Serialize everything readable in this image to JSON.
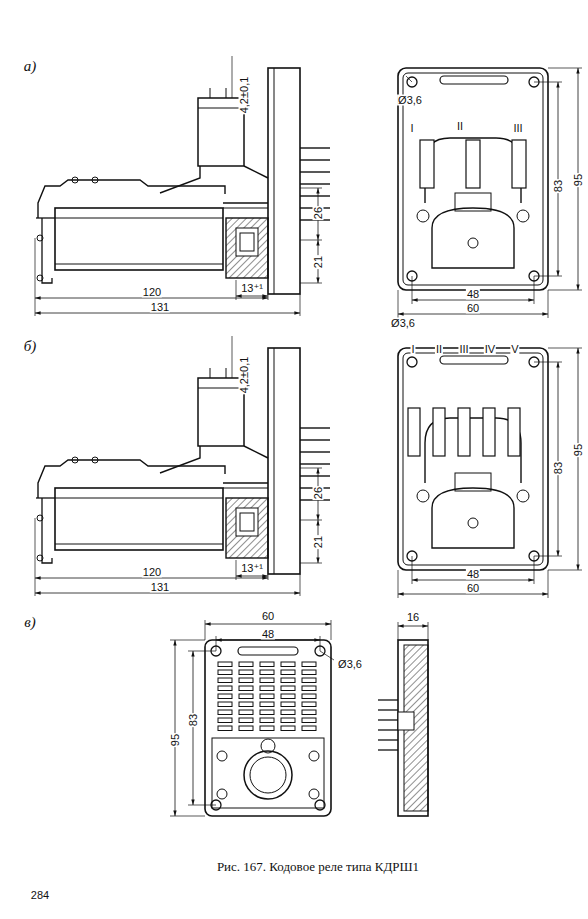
{
  "diagram": {
    "caption": "Рис. 167. Кодовое реле типа КДРШ1",
    "labels": [
      "а)",
      "4,2±0,1",
      "Ø3,6",
      "I",
      "II",
      "III",
      "95",
      "83",
      "26",
      "21",
      "13⁺¹",
      "120",
      "131",
      "48",
      "60",
      "б)",
      "Ø3,6",
      "4,2±0,1",
      "I",
      "II",
      "III",
      "IV",
      "V",
      "83",
      "95",
      "26",
      "21",
      "13⁺¹",
      "120",
      "131",
      "48",
      "60",
      "в)",
      "60",
      "48",
      "Ø3,6",
      "95",
      "83",
      "16",
      "284"
    ]
  }
}
